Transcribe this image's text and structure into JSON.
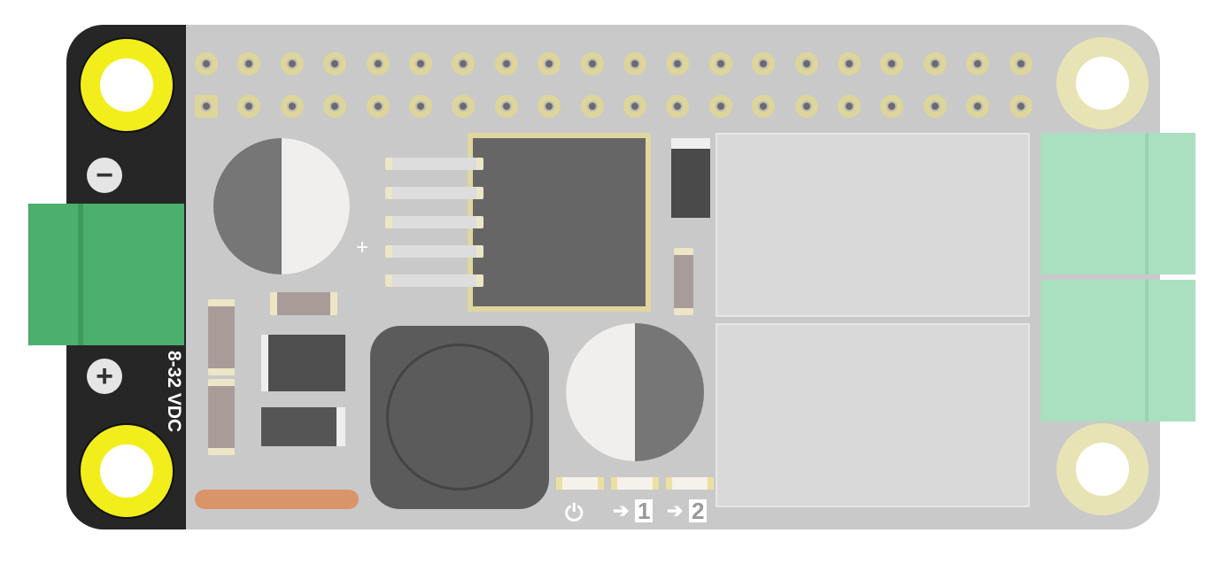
{
  "board": {
    "voltage_label": "8-32 VDC",
    "minus_symbol": "−",
    "plus_symbol": "+",
    "cap_polarity_mark": "+",
    "power_icon": "⏻",
    "led_labels": [
      "1",
      "2"
    ],
    "arrow_symbol": "➔",
    "header_pin_count": 20
  },
  "colors": {
    "board": "#c9c9c9",
    "silkscreen_strip": "#262626",
    "mount_hole": "#f2ee1c",
    "input_terminal": "#4caf6e",
    "output_terminal": "#aadfc0"
  }
}
